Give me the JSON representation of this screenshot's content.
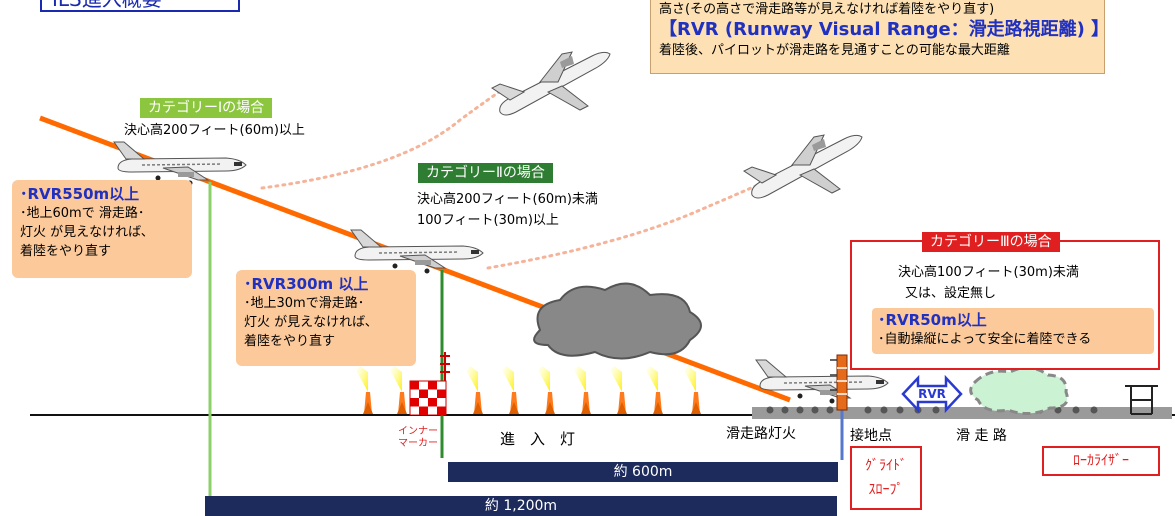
{
  "header": {
    "title": "ILS進入概要",
    "definition_line1": "高さ(その高さで滑走路等が見えなければ着陸をやり直す)",
    "rvr_heading": "【RVR (Runway Visual Range：滑走路視距離) 】",
    "rvr_definition": "着陸後、パイロットが滑走路を見通すことの可能な最大距離"
  },
  "category1": {
    "tag": "カテゴリーⅠの場合",
    "decision_height": "決心高200フィート(60m)以上",
    "rvr": "･RVR550m以上",
    "note_lines": [
      "･地上60mで 滑走路･",
      "灯火 が見えなければ､",
      "着陸をやり直す"
    ]
  },
  "category2": {
    "tag": "カテゴリーⅡの場合",
    "decision_height_1": "決心高200フィート(60m)未満",
    "decision_height_2": "100フィート(30m)以上",
    "rvr": "･RVR300m 以上",
    "note_lines": [
      "･地上30mで滑走路･",
      "灯火 が見えなければ､",
      "着陸をやり直す"
    ]
  },
  "category3": {
    "tag": "カテゴリーⅢの場合",
    "decision_height_1": "決心高100フィート(30m)未満",
    "decision_height_2": "又は、設定無し",
    "rvr": "･RVR50m以上",
    "note": "･自動操縦によって安全に着陸できる"
  },
  "labels": {
    "inner_marker_1": "インナー",
    "inner_marker_2": "マーカー",
    "approach_lights": "進　入　灯",
    "runway_lights": "滑走路灯火",
    "touchdown": "接地点",
    "runway": "滑 走 路",
    "rvr_arrow": "RVR",
    "glide_slope_1": "ｸﾞﾗｲﾄﾞ",
    "glide_slope_2": "ｽﾛｰﾌﾟ",
    "localizer": "ﾛｰｶﾗｲｻﾞｰ"
  },
  "distances": {
    "d600": "約 600m",
    "d1200": "約 1,200m"
  },
  "colors": {
    "glide_path": "#ff6a00",
    "cat1_tag": "#8cc63f",
    "cat2_tag": "#2e7d32",
    "cat3_tag": "#e02020",
    "note_bg": "#fbc99a",
    "rvr_text": "#2030c0",
    "distance_bar": "#1c2a5c",
    "decision_line": "#8cd06a"
  }
}
